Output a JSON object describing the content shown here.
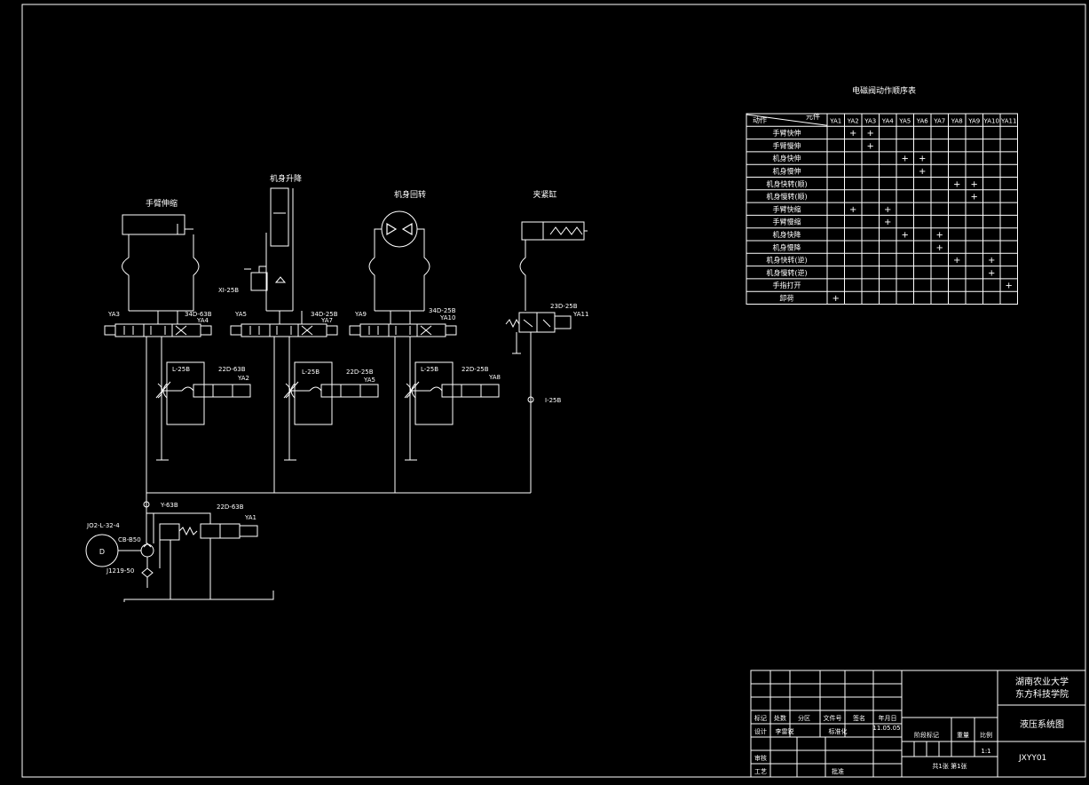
{
  "seq_table": {
    "title": "电磁阀动作顺序表",
    "header_action": "动作",
    "header_element": "元件",
    "columns": [
      "YA1",
      "YA2",
      "YA3",
      "YA4",
      "YA5",
      "YA6",
      "YA7",
      "YA8",
      "YA9",
      "YA10",
      "YA11"
    ],
    "rows": [
      {
        "label": "手臂快伸",
        "marks": [
          0,
          1,
          1,
          0,
          0,
          0,
          0,
          0,
          0,
          0,
          0
        ]
      },
      {
        "label": "手臂慢伸",
        "marks": [
          0,
          0,
          1,
          0,
          0,
          0,
          0,
          0,
          0,
          0,
          0
        ]
      },
      {
        "label": "机身快伸",
        "marks": [
          0,
          0,
          0,
          0,
          1,
          1,
          0,
          0,
          0,
          0,
          0
        ]
      },
      {
        "label": "机身慢伸",
        "marks": [
          0,
          0,
          0,
          0,
          0,
          1,
          0,
          0,
          0,
          0,
          0
        ]
      },
      {
        "label": "机身快转(顺)",
        "marks": [
          0,
          0,
          0,
          0,
          0,
          0,
          0,
          1,
          1,
          0,
          0
        ]
      },
      {
        "label": "机身慢转(顺)",
        "marks": [
          0,
          0,
          0,
          0,
          0,
          0,
          0,
          0,
          1,
          0,
          0
        ]
      },
      {
        "label": "手臂快缩",
        "marks": [
          0,
          1,
          0,
          1,
          0,
          0,
          0,
          0,
          0,
          0,
          0
        ]
      },
      {
        "label": "手臂慢缩",
        "marks": [
          0,
          0,
          0,
          1,
          0,
          0,
          0,
          0,
          0,
          0,
          0
        ]
      },
      {
        "label": "机身快降",
        "marks": [
          0,
          0,
          0,
          0,
          1,
          0,
          1,
          0,
          0,
          0,
          0
        ]
      },
      {
        "label": "机身慢降",
        "marks": [
          0,
          0,
          0,
          0,
          0,
          0,
          1,
          0,
          0,
          0,
          0
        ]
      },
      {
        "label": "机身快转(逆)",
        "marks": [
          0,
          0,
          0,
          0,
          0,
          0,
          0,
          1,
          0,
          1,
          0
        ]
      },
      {
        "label": "机身慢转(逆)",
        "marks": [
          0,
          0,
          0,
          0,
          0,
          0,
          0,
          0,
          0,
          1,
          0
        ]
      },
      {
        "label": "手指打开",
        "marks": [
          0,
          0,
          0,
          0,
          0,
          0,
          0,
          0,
          0,
          0,
          1
        ]
      },
      {
        "label": "卸荷",
        "marks": [
          1,
          0,
          0,
          0,
          0,
          0,
          0,
          0,
          0,
          0,
          0
        ]
      }
    ],
    "plus": "+"
  },
  "circuits": {
    "c1": {
      "title": "手臂伸缩",
      "valve": "34D-63B",
      "sol_l": "YA3",
      "sol_r": "YA4",
      "throttle": "L-25B",
      "valve2": "22D-63B",
      "sol2": "YA2"
    },
    "c2": {
      "title": "机身升降",
      "valve": "34D-25B",
      "sol_l": "YA5",
      "sol_r": "YA7",
      "throttle": "L-25B",
      "valve2": "22D-25B",
      "sol2": "YA5",
      "relief": "XI-25B"
    },
    "c3": {
      "title": "机身回转",
      "valve": "34D-25B",
      "sol_l": "YA9",
      "sol_r": "YA10",
      "throttle": "L-25B",
      "valve2": "22D-25B",
      "sol2": "YA8"
    },
    "c4": {
      "title": "夹紧缸",
      "valve": "23D-25B",
      "sol": "YA11",
      "check": "I-25B"
    }
  },
  "pump_unit": {
    "motor_model": "JO2-L-32-4",
    "motor_letter": "D",
    "pump": "CB-B50",
    "filter": "J1219-50",
    "relief": "Y-63B",
    "valve": "22D-63B",
    "sol": "YA1"
  },
  "title_block": {
    "school_1": "湖南农业大学",
    "school_2": "东方科技学院",
    "drawing_name": "液压系统图",
    "drawing_no": "JXYY01",
    "h_mark": "标记",
    "h_count": "处数",
    "h_zone": "分区",
    "h_doc": "文件号",
    "h_sign": "签名",
    "h_date": "年月日",
    "r_design": "设计",
    "designer": "李雷锐",
    "r_std": "标准化",
    "date": "11.05.05",
    "r_review": "审核",
    "r_process": "工艺",
    "r_approve": "批准",
    "stage": "阶段标记",
    "weight": "重量",
    "scale_label": "比例",
    "scale": "1:1",
    "sheets": "共1张  第1张"
  }
}
